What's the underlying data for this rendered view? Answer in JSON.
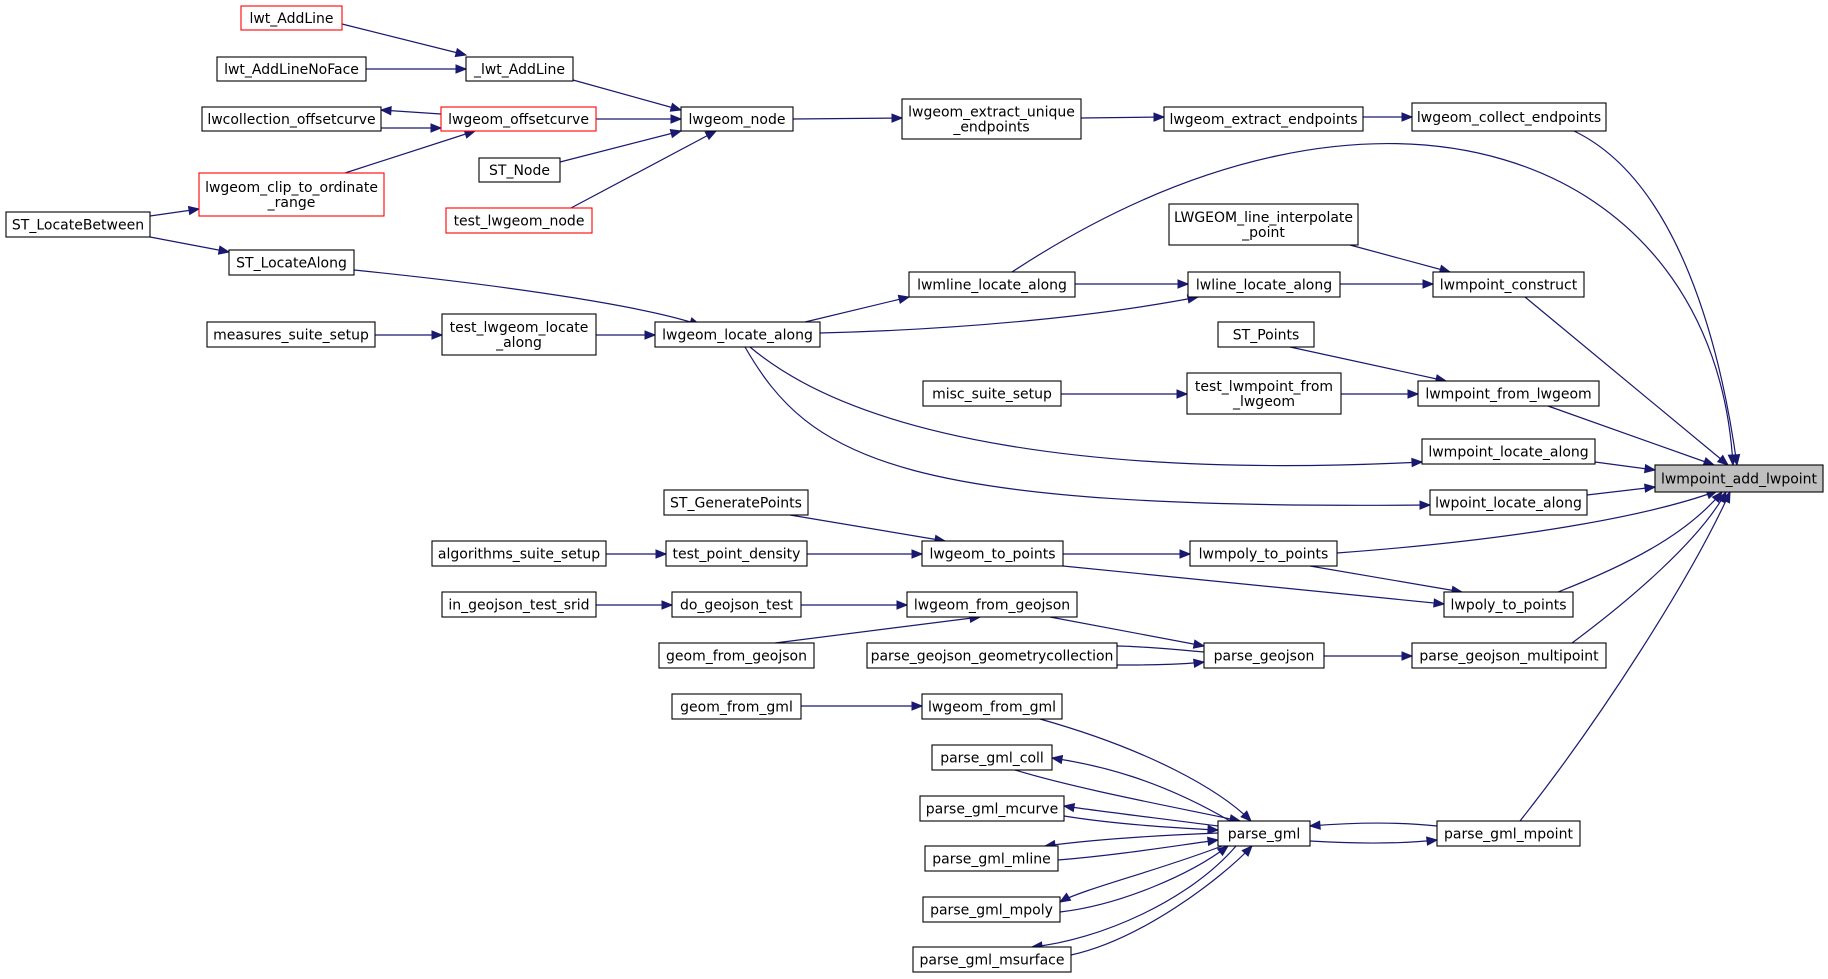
{
  "diagram": {
    "title": "",
    "colors": {
      "edge": "#191970",
      "node_border": "#000000",
      "node_border_truncated": "#ff0000",
      "target_fill": "#bfbfbf",
      "background": "#ffffff"
    },
    "nodes": {
      "lwt_addline": {
        "lines": [
          "lwt_AddLine"
        ],
        "truncated": true
      },
      "lwt_addlinenoface": {
        "lines": [
          "lwt_AddLineNoFace"
        ]
      },
      "_lwt_addline": {
        "lines": [
          "_lwt_AddLine"
        ]
      },
      "lwcollection_offsetcurve": {
        "lines": [
          "lwcollection_offsetcurve"
        ]
      },
      "lwgeom_offsetcurve": {
        "lines": [
          "lwgeom_offsetcurve"
        ],
        "truncated": true
      },
      "lwgeom_node": {
        "lines": [
          "lwgeom_node"
        ]
      },
      "lwgeom_extract_unique_endpoints": {
        "lines": [
          "lwgeom_extract_unique",
          "_endpoints"
        ]
      },
      "lwgeom_extract_endpoints": {
        "lines": [
          "lwgeom_extract_endpoints"
        ]
      },
      "lwgeom_collect_endpoints": {
        "lines": [
          "lwgeom_collect_endpoints"
        ]
      },
      "st_node": {
        "lines": [
          "ST_Node"
        ]
      },
      "lwgeom_clip_to_ordinate_range": {
        "lines": [
          "lwgeom_clip_to_ordinate",
          "_range"
        ],
        "truncated": true
      },
      "st_locatebetween": {
        "lines": [
          "ST_LocateBetween"
        ]
      },
      "test_lwgeom_node": {
        "lines": [
          "test_lwgeom_node"
        ],
        "truncated": true
      },
      "lwgeom_line_interpolate_point": {
        "lines": [
          "LWGEOM_line_interpolate",
          "_point"
        ]
      },
      "st_locatealong": {
        "lines": [
          "ST_LocateAlong"
        ]
      },
      "lwmline_locate_along": {
        "lines": [
          "lwmline_locate_along"
        ]
      },
      "lwline_locate_along": {
        "lines": [
          "lwline_locate_along"
        ]
      },
      "lwmpoint_construct": {
        "lines": [
          "lwmpoint_construct"
        ]
      },
      "measures_suite_setup": {
        "lines": [
          "measures_suite_setup"
        ]
      },
      "test_lwgeom_locate_along": {
        "lines": [
          "test_lwgeom_locate",
          "_along"
        ]
      },
      "lwgeom_locate_along": {
        "lines": [
          "lwgeom_locate_along"
        ]
      },
      "st_points": {
        "lines": [
          "ST_Points"
        ]
      },
      "misc_suite_setup": {
        "lines": [
          "misc_suite_setup"
        ]
      },
      "test_lwmpoint_from_lwgeom": {
        "lines": [
          "test_lwmpoint_from",
          "_lwgeom"
        ]
      },
      "lwmpoint_from_lwgeom": {
        "lines": [
          "lwmpoint_from_lwgeom"
        ]
      },
      "lwmpoint_locate_along": {
        "lines": [
          "lwmpoint_locate_along"
        ]
      },
      "lwmpoint_add_lwpoint": {
        "lines": [
          "lwmpoint_add_lwpoint"
        ],
        "target": true
      },
      "lwpoint_locate_along": {
        "lines": [
          "lwpoint_locate_along"
        ]
      },
      "st_generatepoints": {
        "lines": [
          "ST_GeneratePoints"
        ]
      },
      "algorithms_suite_setup": {
        "lines": [
          "algorithms_suite_setup"
        ]
      },
      "test_point_density": {
        "lines": [
          "test_point_density"
        ]
      },
      "lwgeom_to_points": {
        "lines": [
          "lwgeom_to_points"
        ]
      },
      "lwmpoly_to_points": {
        "lines": [
          "lwmpoly_to_points"
        ]
      },
      "lwpoly_to_points": {
        "lines": [
          "lwpoly_to_points"
        ]
      },
      "in_geojson_test_srid": {
        "lines": [
          "in_geojson_test_srid"
        ]
      },
      "do_geojson_test": {
        "lines": [
          "do_geojson_test"
        ]
      },
      "lwgeom_from_geojson": {
        "lines": [
          "lwgeom_from_geojson"
        ]
      },
      "geom_from_geojson": {
        "lines": [
          "geom_from_geojson"
        ]
      },
      "parse_geojson_geometrycollection": {
        "lines": [
          "parse_geojson_geometrycollection"
        ]
      },
      "parse_geojson": {
        "lines": [
          "parse_geojson"
        ]
      },
      "parse_geojson_multipoint": {
        "lines": [
          "parse_geojson_multipoint"
        ]
      },
      "geom_from_gml": {
        "lines": [
          "geom_from_gml"
        ]
      },
      "lwgeom_from_gml": {
        "lines": [
          "lwgeom_from_gml"
        ]
      },
      "parse_gml_coll": {
        "lines": [
          "parse_gml_coll"
        ]
      },
      "parse_gml_mcurve": {
        "lines": [
          "parse_gml_mcurve"
        ]
      },
      "parse_gml": {
        "lines": [
          "parse_gml"
        ]
      },
      "parse_gml_mpoint": {
        "lines": [
          "parse_gml_mpoint"
        ]
      },
      "parse_gml_mline": {
        "lines": [
          "parse_gml_mline"
        ]
      },
      "parse_gml_mpoly": {
        "lines": [
          "parse_gml_mpoly"
        ]
      },
      "parse_gml_msurface": {
        "lines": [
          "parse_gml_msurface"
        ]
      }
    },
    "edges": [
      {
        "from": "lwt_addline",
        "to": "_lwt_addline"
      },
      {
        "from": "lwt_addlinenoface",
        "to": "_lwt_addline"
      },
      {
        "from": "_lwt_addline",
        "to": "lwgeom_node"
      },
      {
        "from": "lwgeom_offsetcurve",
        "to": "lwcollection_offsetcurve"
      },
      {
        "from": "lwcollection_offsetcurve",
        "to": "lwgeom_offsetcurve"
      },
      {
        "from": "lwgeom_offsetcurve",
        "to": "lwgeom_node"
      },
      {
        "from": "lwgeom_clip_to_ordinate_range",
        "to": "lwgeom_offsetcurve"
      },
      {
        "from": "st_node",
        "to": "lwgeom_node"
      },
      {
        "from": "test_lwgeom_node",
        "to": "lwgeom_node"
      },
      {
        "from": "lwgeom_node",
        "to": "lwgeom_extract_unique_endpoints"
      },
      {
        "from": "lwgeom_extract_unique_endpoints",
        "to": "lwgeom_extract_endpoints"
      },
      {
        "from": "lwgeom_extract_endpoints",
        "to": "lwgeom_collect_endpoints"
      },
      {
        "from": "lwgeom_collect_endpoints",
        "to": "lwmpoint_add_lwpoint"
      },
      {
        "from": "st_locatebetween",
        "to": "lwgeom_clip_to_ordinate_range"
      },
      {
        "from": "st_locatebetween",
        "to": "st_locatealong"
      },
      {
        "from": "st_locatealong",
        "to": "lwgeom_locate_along"
      },
      {
        "from": "measures_suite_setup",
        "to": "test_lwgeom_locate_along"
      },
      {
        "from": "test_lwgeom_locate_along",
        "to": "lwgeom_locate_along"
      },
      {
        "from": "lwgeom_locate_along",
        "to": "lwmline_locate_along"
      },
      {
        "from": "lwgeom_locate_along",
        "to": "lwline_locate_along"
      },
      {
        "from": "lwgeom_locate_along",
        "to": "lwmpoint_locate_along"
      },
      {
        "from": "lwgeom_locate_along",
        "to": "lwpoint_locate_along"
      },
      {
        "from": "lwmline_locate_along",
        "to": "lwline_locate_along"
      },
      {
        "from": "lwmline_locate_along",
        "to": "lwmpoint_add_lwpoint"
      },
      {
        "from": "lwgeom_line_interpolate_point",
        "to": "lwmpoint_construct"
      },
      {
        "from": "lwline_locate_along",
        "to": "lwmpoint_construct"
      },
      {
        "from": "lwmpoint_construct",
        "to": "lwmpoint_add_lwpoint"
      },
      {
        "from": "st_points",
        "to": "lwmpoint_from_lwgeom"
      },
      {
        "from": "misc_suite_setup",
        "to": "test_lwmpoint_from_lwgeom"
      },
      {
        "from": "test_lwmpoint_from_lwgeom",
        "to": "lwmpoint_from_lwgeom"
      },
      {
        "from": "lwmpoint_from_lwgeom",
        "to": "lwmpoint_add_lwpoint"
      },
      {
        "from": "lwmpoint_locate_along",
        "to": "lwmpoint_add_lwpoint"
      },
      {
        "from": "lwpoint_locate_along",
        "to": "lwmpoint_add_lwpoint"
      },
      {
        "from": "st_generatepoints",
        "to": "lwgeom_to_points"
      },
      {
        "from": "algorithms_suite_setup",
        "to": "test_point_density"
      },
      {
        "from": "test_point_density",
        "to": "lwgeom_to_points"
      },
      {
        "from": "lwgeom_to_points",
        "to": "lwmpoly_to_points"
      },
      {
        "from": "lwgeom_to_points",
        "to": "lwpoly_to_points"
      },
      {
        "from": "lwmpoly_to_points",
        "to": "lwpoly_to_points"
      },
      {
        "from": "lwmpoly_to_points",
        "to": "lwmpoint_add_lwpoint"
      },
      {
        "from": "lwpoly_to_points",
        "to": "lwmpoint_add_lwpoint"
      },
      {
        "from": "in_geojson_test_srid",
        "to": "do_geojson_test"
      },
      {
        "from": "do_geojson_test",
        "to": "lwgeom_from_geojson"
      },
      {
        "from": "geom_from_geojson",
        "to": "lwgeom_from_geojson"
      },
      {
        "from": "lwgeom_from_geojson",
        "to": "parse_geojson"
      },
      {
        "from": "parse_geojson",
        "to": "parse_geojson_geometrycollection"
      },
      {
        "from": "parse_geojson_geometrycollection",
        "to": "parse_geojson"
      },
      {
        "from": "parse_geojson",
        "to": "parse_geojson_multipoint"
      },
      {
        "from": "parse_geojson_multipoint",
        "to": "lwmpoint_add_lwpoint"
      },
      {
        "from": "geom_from_gml",
        "to": "lwgeom_from_gml"
      },
      {
        "from": "lwgeom_from_gml",
        "to": "parse_gml"
      },
      {
        "from": "parse_gml",
        "to": "parse_gml_coll"
      },
      {
        "from": "parse_gml_coll",
        "to": "parse_gml"
      },
      {
        "from": "parse_gml",
        "to": "parse_gml_mcurve"
      },
      {
        "from": "parse_gml_mcurve",
        "to": "parse_gml"
      },
      {
        "from": "parse_gml",
        "to": "parse_gml_mline"
      },
      {
        "from": "parse_gml_mline",
        "to": "parse_gml"
      },
      {
        "from": "parse_gml",
        "to": "parse_gml_mpoly"
      },
      {
        "from": "parse_gml_mpoly",
        "to": "parse_gml"
      },
      {
        "from": "parse_gml",
        "to": "parse_gml_msurface"
      },
      {
        "from": "parse_gml_msurface",
        "to": "parse_gml"
      },
      {
        "from": "parse_gml",
        "to": "parse_gml_mpoint"
      },
      {
        "from": "parse_gml_mpoint",
        "to": "parse_gml"
      },
      {
        "from": "parse_gml_mpoint",
        "to": "lwmpoint_add_lwpoint"
      }
    ]
  }
}
